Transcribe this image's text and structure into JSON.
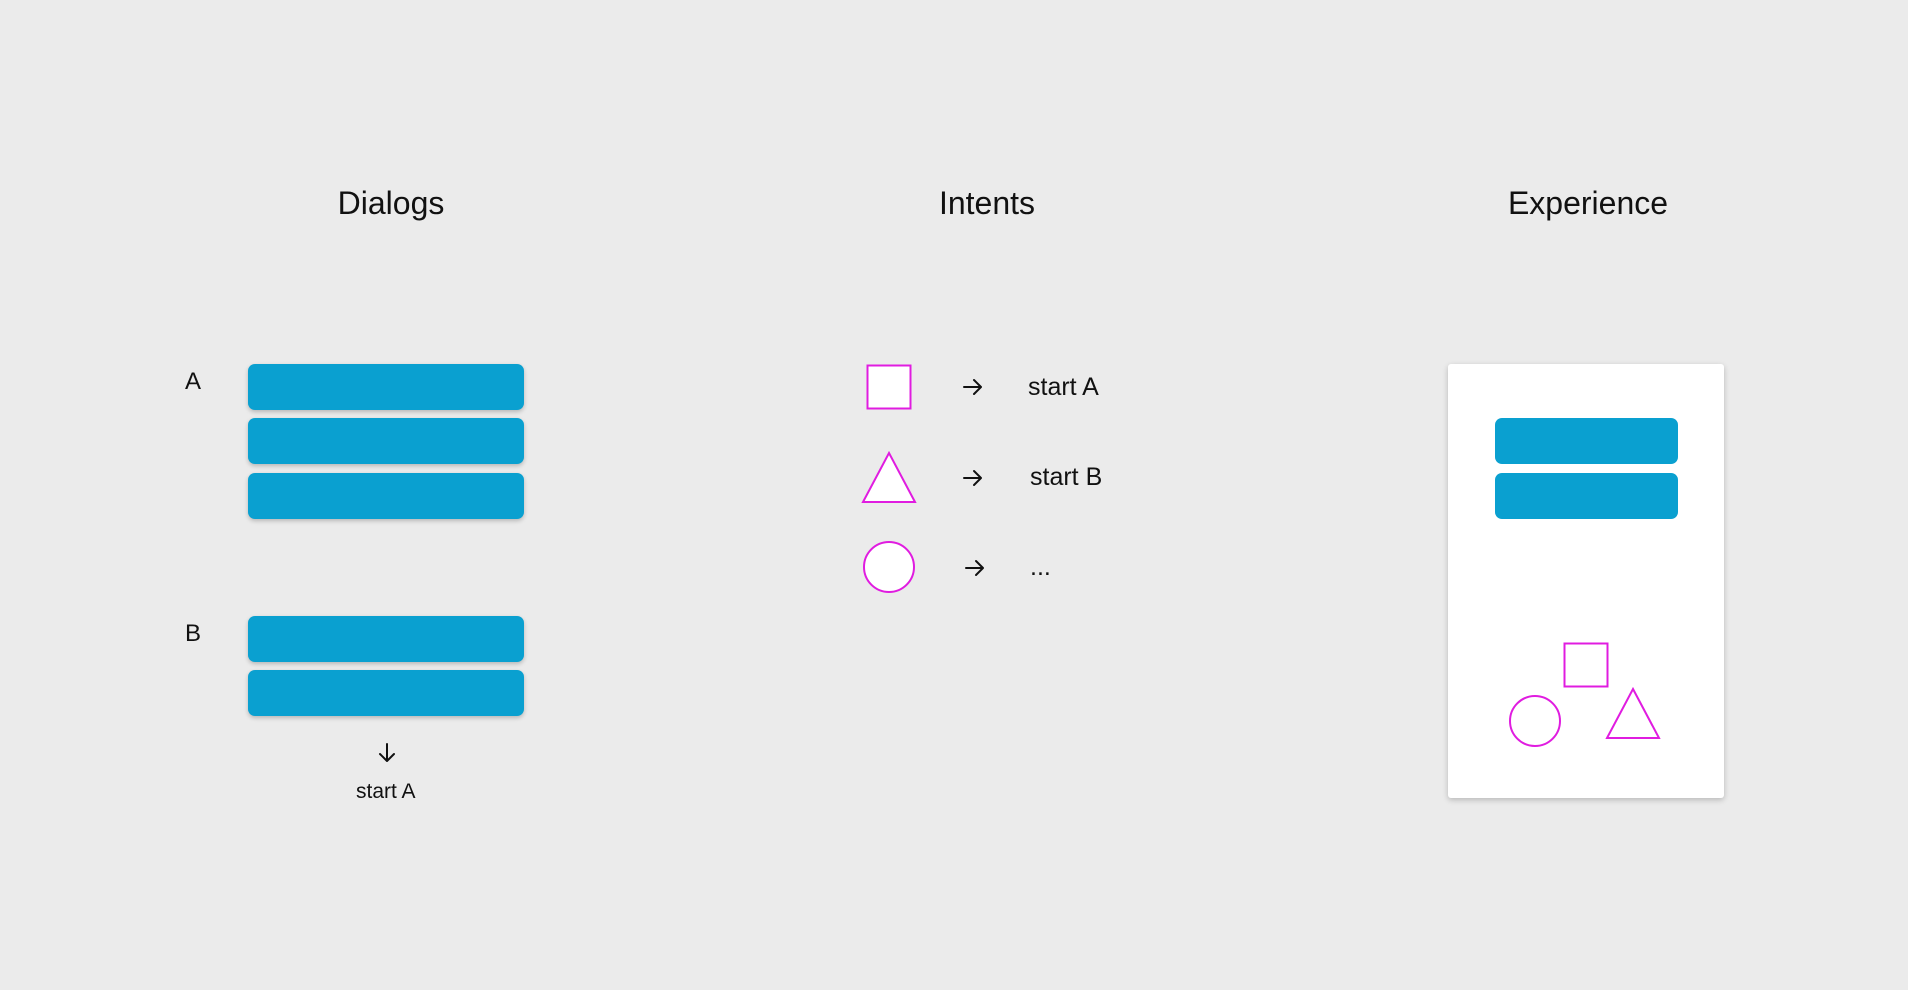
{
  "headings": {
    "dialogs": "Dialogs",
    "intents": "Intents",
    "experience": "Experience"
  },
  "dialogs": {
    "a_label": "A",
    "b_label": "B",
    "b_trigger_text": "start A"
  },
  "intents": [
    {
      "shape": "square-icon",
      "arrow": "arrow-right-icon",
      "text": "start A"
    },
    {
      "shape": "triangle-icon",
      "arrow": "arrow-right-icon",
      "text": "start B"
    },
    {
      "shape": "circle-icon",
      "arrow": "arrow-right-icon",
      "text": "..."
    }
  ],
  "icons": {
    "b_trigger_arrow": "arrow-down-icon"
  },
  "colors": {
    "background": "#ebebeb",
    "bar": "#0aa0d0",
    "shape_stroke": "#e01ce0",
    "card": "#ffffff",
    "text": "#111111"
  }
}
